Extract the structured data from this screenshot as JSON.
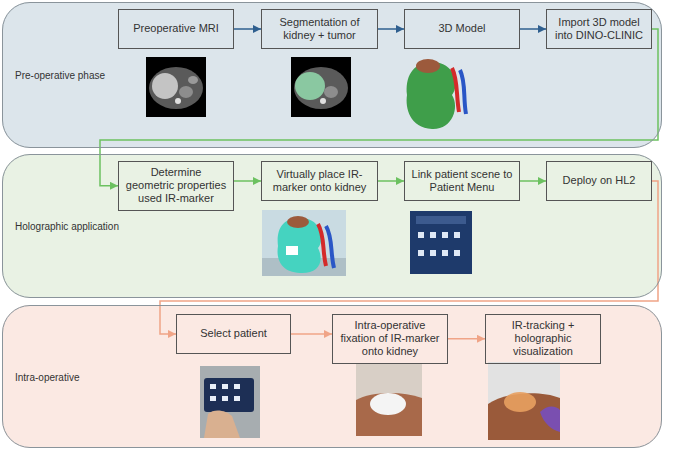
{
  "diagram": {
    "nodes": [
      {
        "text": [
          "Pre-operative phase"
        ]
      },
      {
        "text": [
          "Preoperative MRI"
        ],
        "in": 0
      },
      {
        "text": [
          "Segmentation of kidney + tumor"
        ],
        "in": 0
      },
      {
        "text": [
          "3D Model"
        ],
        "in": 0
      },
      {
        "text": [
          "Import 3D model into DINO-CLINIC"
        ],
        "in": 0
      },
      {
        "text": [
          "Holographic application"
        ]
      },
      {
        "text": [
          "Determine geometric properties used IR-marker"
        ],
        "in": 5
      },
      {
        "text": [
          "Virtually place IR-marker onto kidney"
        ],
        "in": 5
      },
      {
        "text": [
          "Link patient scene to Patient Menu"
        ],
        "in": 5
      },
      {
        "text": [
          "Deploy on HL2"
        ],
        "in": 5
      },
      {
        "text": [
          "Intra-operative"
        ]
      },
      {
        "text": [
          "Select patient"
        ],
        "in": 10
      },
      {
        "text": [
          "Intra-operative fixation of IR-marker onto kidney"
        ],
        "in": 10
      },
      {
        "text": [
          "IR-tracking + holographic visualization"
        ],
        "in": 10
      }
    ],
    "edges": [
      {
        "from": 1,
        "to": 2,
        "arrow": "to"
      },
      {
        "from": 2,
        "to": 3,
        "arrow": "to"
      },
      {
        "from": 3,
        "to": 4,
        "arrow": "to"
      },
      {
        "from": 4,
        "to": 6,
        "arrow": "to"
      },
      {
        "from": 6,
        "to": 7,
        "arrow": "to"
      },
      {
        "from": 7,
        "to": 8,
        "arrow": "to"
      },
      {
        "from": 8,
        "to": 9,
        "arrow": "to"
      },
      {
        "from": 9,
        "to": 11,
        "arrow": "to"
      },
      {
        "from": 11,
        "to": 12,
        "arrow": "to"
      },
      {
        "from": 12,
        "to": 13,
        "arrow": "to"
      }
    ]
  }
}
